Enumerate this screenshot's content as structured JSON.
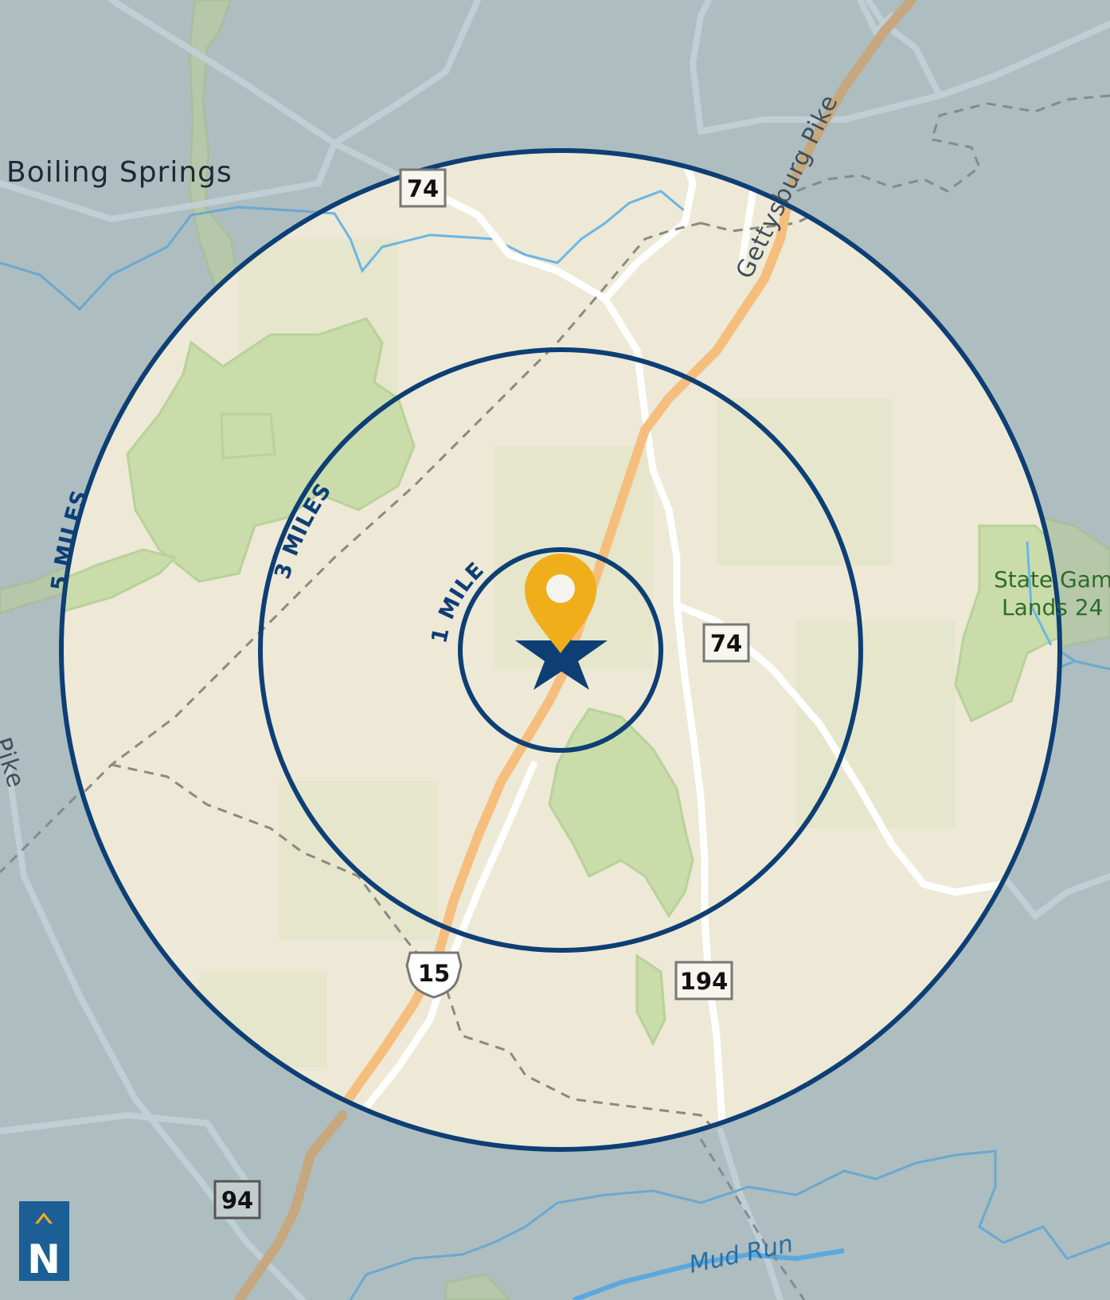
{
  "map": {
    "place_label": "Boiling Springs",
    "road_label": "Gettysburg Pike",
    "edge_road_label": "Pike",
    "park_label_line1": "State Gam",
    "park_label_line2": "Lands 24",
    "stream_label": "Mud Run"
  },
  "rings": [
    {
      "label": "1 MILE",
      "miles": 1
    },
    {
      "label": "3 MILES",
      "miles": 3
    },
    {
      "label": "5 MILES",
      "miles": 5
    }
  ],
  "route_shields": [
    {
      "number": "74",
      "type": "state"
    },
    {
      "number": "74",
      "type": "state"
    },
    {
      "number": "15",
      "type": "us"
    },
    {
      "number": "194",
      "type": "state"
    },
    {
      "number": "94",
      "type": "state"
    }
  ],
  "colors": {
    "ring_stroke": "#0d3f75",
    "pin": "#efae1a",
    "star": "#0d3f75",
    "highway": "#f6be7d",
    "water": "#57b2e6",
    "forest": "#c5dca6",
    "circle_fill": "#ede9d6",
    "north_badge": "#1b5f96",
    "north_arrow": "#efae1a"
  },
  "icons": {
    "location_pin": "location-pin-icon",
    "center_star": "star-icon",
    "north_arrow": "north-arrow-icon"
  }
}
